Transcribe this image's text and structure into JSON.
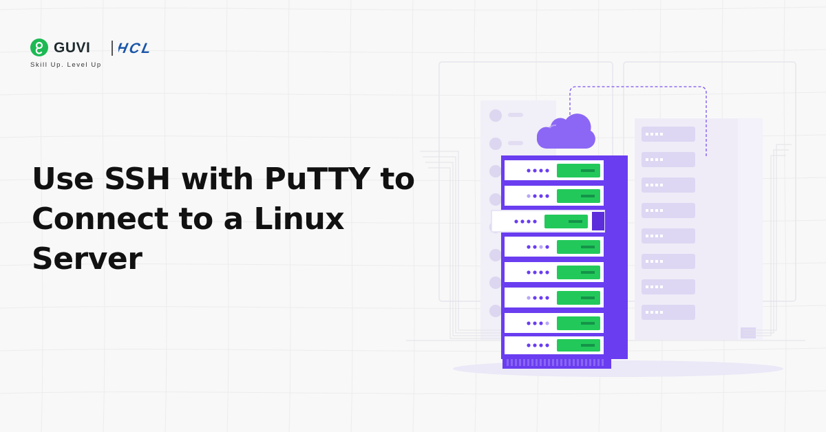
{
  "brand": {
    "name": "GUVI",
    "partner": "HCL",
    "tagline": "Skill Up. Level Up"
  },
  "headline": {
    "text": "Use SSH with PuTTY to Connect to a Linux Server"
  },
  "illustration": {
    "subject": "server-rack-with-cloud",
    "icons": [
      "cloud-icon",
      "server-rack-icon"
    ]
  },
  "colors": {
    "background": "#f8f8f8",
    "brand_green": "#1db954",
    "hcl_blue": "#1a56a8",
    "accent_purple": "#7b4ff0",
    "dark_purple": "#5b2ddb",
    "drive_green": "#22c95a",
    "headline_text": "#111111"
  }
}
